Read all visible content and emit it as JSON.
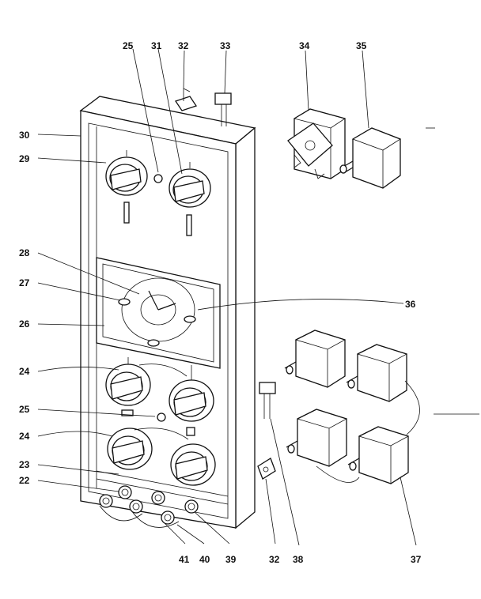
{
  "colors": {
    "ink": "#111111",
    "paper": "#ffffff"
  },
  "callouts": [
    {
      "id": "c25a",
      "text": "25"
    },
    {
      "id": "c31",
      "text": "31"
    },
    {
      "id": "c32a",
      "text": "32"
    },
    {
      "id": "c33",
      "text": "33"
    },
    {
      "id": "c34",
      "text": "34"
    },
    {
      "id": "c35",
      "text": "35"
    },
    {
      "id": "c30",
      "text": "30"
    },
    {
      "id": "c29",
      "text": "29"
    },
    {
      "id": "c28",
      "text": "28"
    },
    {
      "id": "c27",
      "text": "27"
    },
    {
      "id": "c26",
      "text": "26"
    },
    {
      "id": "c36",
      "text": "36"
    },
    {
      "id": "c24a",
      "text": "24"
    },
    {
      "id": "c25b",
      "text": "25"
    },
    {
      "id": "c24b",
      "text": "24"
    },
    {
      "id": "c23",
      "text": "23"
    },
    {
      "id": "c22",
      "text": "22"
    },
    {
      "id": "c41",
      "text": "41"
    },
    {
      "id": "c40",
      "text": "40"
    },
    {
      "id": "c39",
      "text": "39"
    },
    {
      "id": "c32b",
      "text": "32"
    },
    {
      "id": "c38",
      "text": "38"
    },
    {
      "id": "c37",
      "text": "37"
    }
  ]
}
